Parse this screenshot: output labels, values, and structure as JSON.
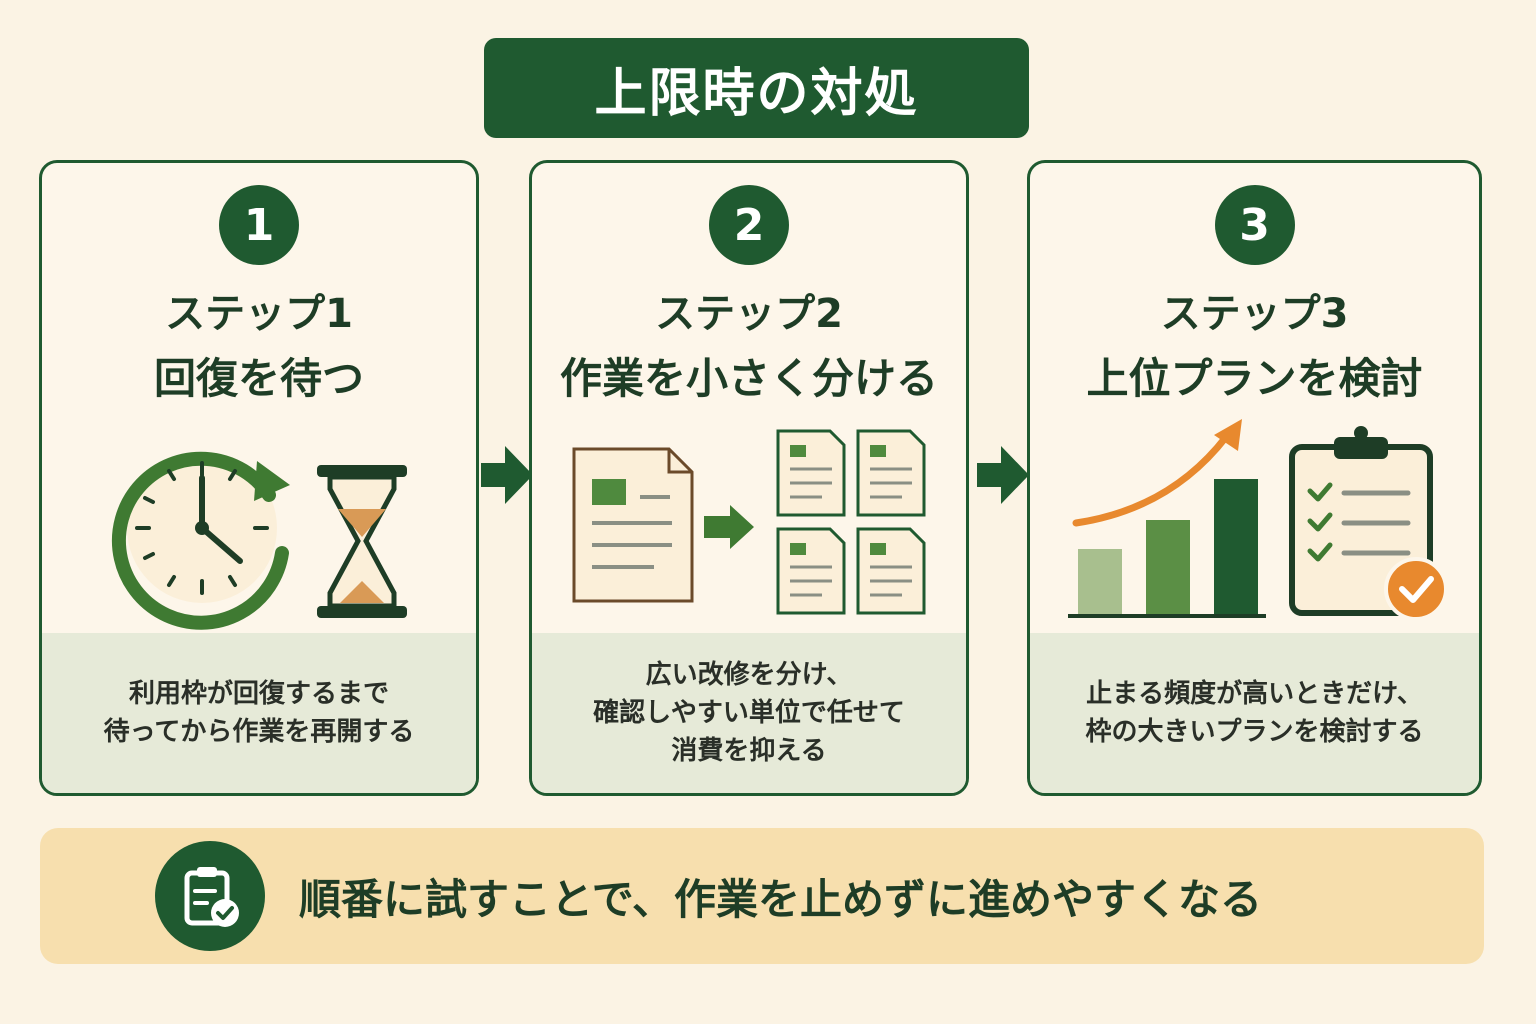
{
  "title": "上限時の対処",
  "colors": {
    "primary": "#1f5a30",
    "background": "#fbf3e4",
    "card_desc_bg": "#e6ead8",
    "banner_bg": "#f7dfae",
    "accent_orange": "#e8892e"
  },
  "steps": [
    {
      "number": "1",
      "label": "ステップ1",
      "title": "回復を待つ",
      "icons": [
        "clock-refresh-icon",
        "hourglass-icon"
      ],
      "description": [
        "利用枠が回復するまで",
        "待ってから作業を再開する"
      ]
    },
    {
      "number": "2",
      "label": "ステップ2",
      "title": "作業を小さく分ける",
      "icons": [
        "document-icon",
        "split-documents-icon"
      ],
      "description": [
        "広い改修を分け、",
        "確認しやすい単位で任せて",
        "消費を抑える"
      ]
    },
    {
      "number": "3",
      "label": "ステップ3",
      "title": "上位プランを検討",
      "icons": [
        "growth-chart-icon",
        "checklist-clipboard-icon"
      ],
      "description": [
        "止まる頻度が高いときだけ、",
        "枠の大きいプランを検討する"
      ]
    }
  ],
  "banner": {
    "icon": "clipboard-check-icon",
    "text": "順番に試すことで、作業を止めずに進めやすくなる"
  }
}
